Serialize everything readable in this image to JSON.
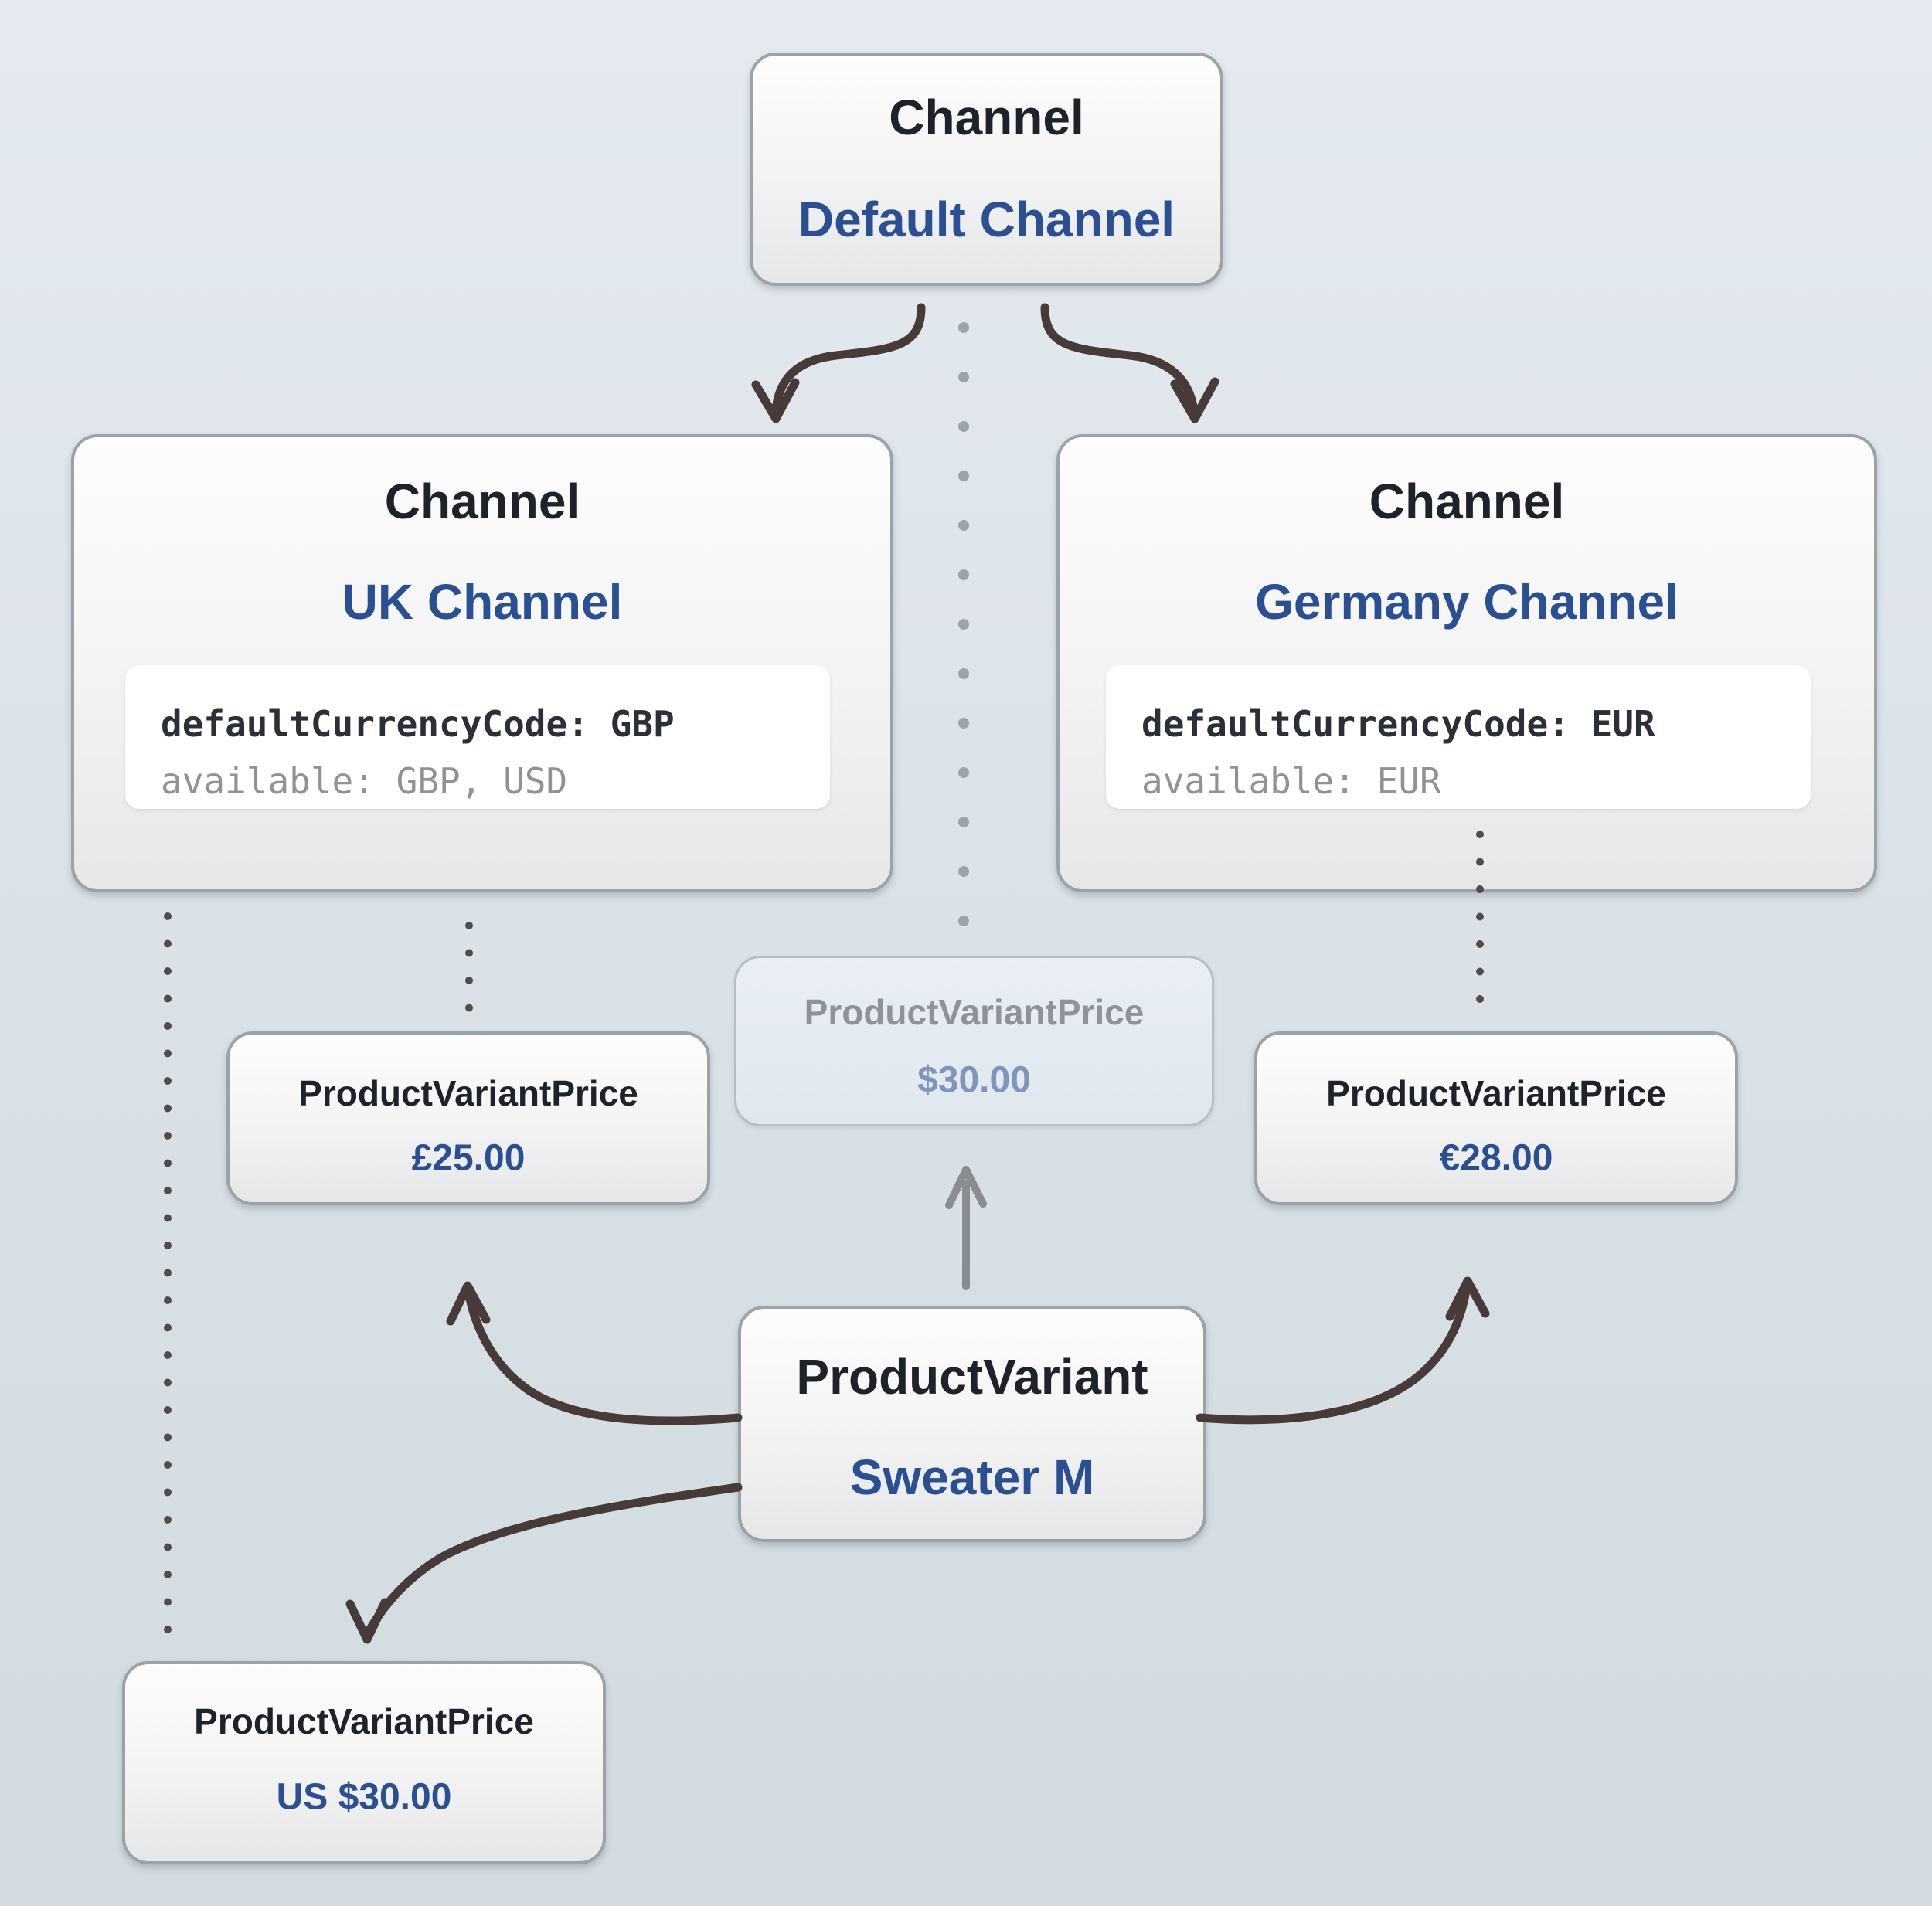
{
  "diagram_title": "Channel price variant diagram",
  "colors": {
    "background_top": "#e4eaf0",
    "background_bottom": "#d2dbe0",
    "accent_blue": "#2a4f93",
    "title_dark": "#1e222b",
    "arrow_dark": "#473a39",
    "arrow_gray": "#898c90",
    "dot_dark": "#544a48",
    "dot_gray": "#9aa4ab",
    "code_text_dark": "#2b2f38",
    "code_text_gray": "#909296",
    "faded_title": "#8d9399",
    "faded_value": "#8095bb"
  },
  "nodes": {
    "default_channel": {
      "entity": "Channel",
      "name": "Default Channel"
    },
    "uk_channel": {
      "entity": "Channel",
      "name": "UK Channel",
      "code_line1": "defaultCurrencyCode: GBP",
      "code_line2": "available: GBP, USD"
    },
    "germany_channel": {
      "entity": "Channel",
      "name": "Germany Channel",
      "code_line1": "defaultCurrencyCode: EUR",
      "code_line2": "available: EUR"
    },
    "default_price": {
      "entity": "ProductVariantPrice",
      "value": "$30.00"
    },
    "uk_price": {
      "entity": "ProductVariantPrice",
      "value": "£25.00"
    },
    "germany_price": {
      "entity": "ProductVariantPrice",
      "value": "€28.00"
    },
    "product_variant": {
      "entity": "ProductVariant",
      "name": "Sweater M"
    },
    "us_price": {
      "entity": "ProductVariantPrice",
      "value": "US $30.00"
    }
  }
}
